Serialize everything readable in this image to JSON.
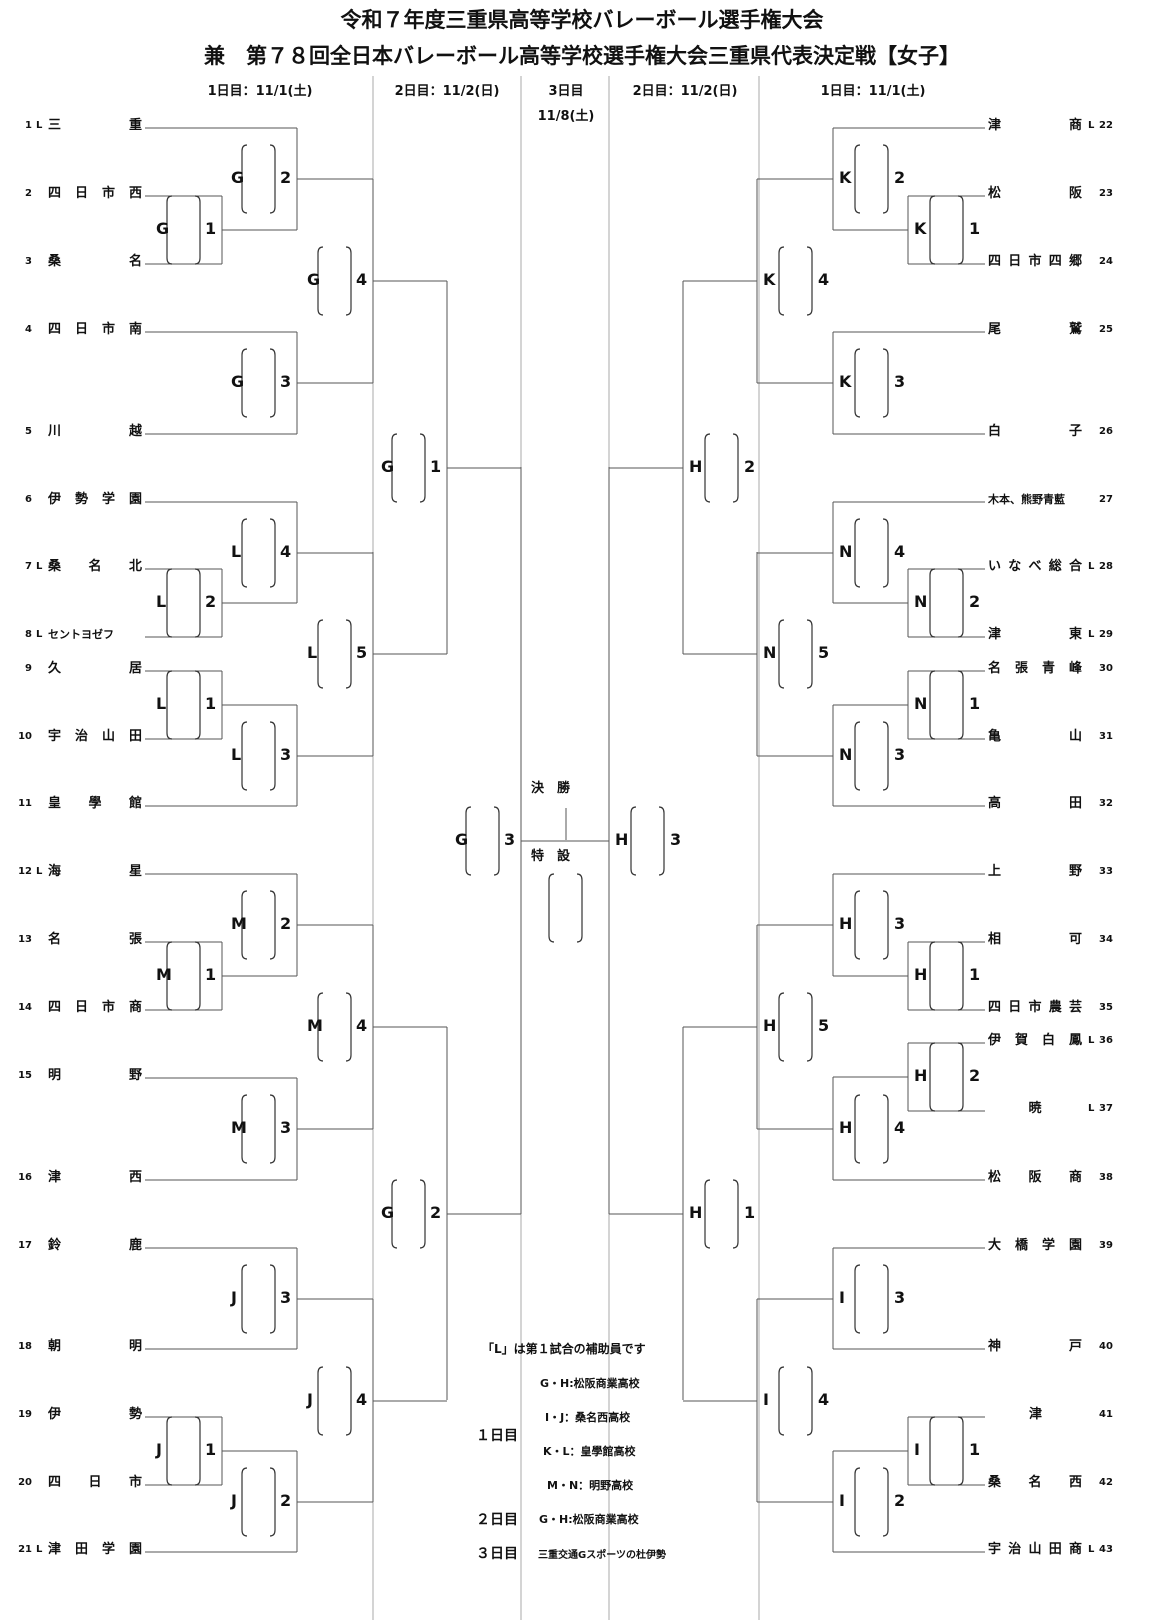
{
  "title": {
    "line1": "令和７年度三重県高等学校バレーボール選手権大会",
    "line2": "兼　第７８回全日本バレーボール高等学校選手権大会三重県代表決定戦【女子】"
  },
  "headers": {
    "left_day1": "1日目：11/1(土)",
    "left_day2": "2日目：11/2(日)",
    "day3": "3日目",
    "day3_date": "11/8(土)",
    "right_day2": "2日目：11/2(日)",
    "right_day1": "1日目：11/1(土)"
  },
  "left_teams": [
    {
      "no": "1",
      "l": "L",
      "name": "三重"
    },
    {
      "no": "2",
      "l": "",
      "name": "四日市西"
    },
    {
      "no": "3",
      "l": "",
      "name": "桑名"
    },
    {
      "no": "4",
      "l": "",
      "name": "四日市南"
    },
    {
      "no": "5",
      "l": "",
      "name": "川越"
    },
    {
      "no": "6",
      "l": "",
      "name": "伊勢学園"
    },
    {
      "no": "7",
      "l": "L",
      "name": "桑名北"
    },
    {
      "no": "8",
      "l": "L",
      "name": "セントヨゼフ"
    },
    {
      "no": "9",
      "l": "",
      "name": "久居"
    },
    {
      "no": "10",
      "l": "",
      "name": "宇治山田"
    },
    {
      "no": "11",
      "l": "",
      "name": "皇學館"
    },
    {
      "no": "12",
      "l": "L",
      "name": "海星"
    },
    {
      "no": "13",
      "l": "",
      "name": "名張"
    },
    {
      "no": "14",
      "l": "",
      "name": "四日市商"
    },
    {
      "no": "15",
      "l": "",
      "name": "明野"
    },
    {
      "no": "16",
      "l": "",
      "name": "津西"
    },
    {
      "no": "17",
      "l": "",
      "name": "鈴鹿"
    },
    {
      "no": "18",
      "l": "",
      "name": "朝明"
    },
    {
      "no": "19",
      "l": "",
      "name": "伊勢"
    },
    {
      "no": "20",
      "l": "",
      "name": "四日市"
    },
    {
      "no": "21",
      "l": "L",
      "name": "津田学園"
    }
  ],
  "right_teams": [
    {
      "no": "22",
      "l": "L",
      "name": "津商"
    },
    {
      "no": "23",
      "l": "",
      "name": "松阪"
    },
    {
      "no": "24",
      "l": "",
      "name": "四日市四郷"
    },
    {
      "no": "25",
      "l": "",
      "name": "尾鷲"
    },
    {
      "no": "26",
      "l": "",
      "name": "白子"
    },
    {
      "no": "27",
      "l": "",
      "name": "木本、熊野青藍"
    },
    {
      "no": "28",
      "l": "L",
      "name": "いなべ総合"
    },
    {
      "no": "29",
      "l": "L",
      "name": "津東"
    },
    {
      "no": "30",
      "l": "",
      "name": "名張青峰"
    },
    {
      "no": "31",
      "l": "",
      "name": "亀山"
    },
    {
      "no": "32",
      "l": "",
      "name": "高田"
    },
    {
      "no": "33",
      "l": "",
      "name": "上野"
    },
    {
      "no": "34",
      "l": "",
      "name": "相可"
    },
    {
      "no": "35",
      "l": "",
      "name": "四日市農芸"
    },
    {
      "no": "36",
      "l": "L",
      "name": "伊賀白鳳"
    },
    {
      "no": "37",
      "l": "L",
      "name": "暁"
    },
    {
      "no": "38",
      "l": "",
      "name": "松阪商"
    },
    {
      "no": "39",
      "l": "",
      "name": "大橋学園"
    },
    {
      "no": "40",
      "l": "",
      "name": "神戸"
    },
    {
      "no": "41",
      "l": "",
      "name": "津"
    },
    {
      "no": "42",
      "l": "",
      "name": "桑名西"
    },
    {
      "no": "43",
      "l": "L",
      "name": "宇治山田商"
    }
  ],
  "left_matches": [
    {
      "letter": "G",
      "num": "1"
    },
    {
      "letter": "L",
      "num": "2"
    },
    {
      "letter": "L",
      "num": "1"
    },
    {
      "letter": "M",
      "num": "1"
    },
    {
      "letter": "J",
      "num": "1"
    },
    {
      "letter": "G",
      "num": "2"
    },
    {
      "letter": "G",
      "num": "3"
    },
    {
      "letter": "L",
      "num": "4"
    },
    {
      "letter": "L",
      "num": "3"
    },
    {
      "letter": "M",
      "num": "2"
    },
    {
      "letter": "M",
      "num": "3"
    },
    {
      "letter": "J",
      "num": "3"
    },
    {
      "letter": "J",
      "num": "2"
    },
    {
      "letter": "G",
      "num": "4"
    },
    {
      "letter": "L",
      "num": "5"
    },
    {
      "letter": "M",
      "num": "4"
    },
    {
      "letter": "J",
      "num": "4"
    },
    {
      "letter": "G",
      "num": "1"
    },
    {
      "letter": "G",
      "num": "2"
    },
    {
      "letter": "G",
      "num": "3"
    }
  ],
  "right_matches": [
    {
      "letter": "K",
      "num": "1"
    },
    {
      "letter": "N",
      "num": "2"
    },
    {
      "letter": "N",
      "num": "1"
    },
    {
      "letter": "H",
      "num": "1"
    },
    {
      "letter": "H",
      "num": "2"
    },
    {
      "letter": "I",
      "num": "1"
    },
    {
      "letter": "K",
      "num": "2"
    },
    {
      "letter": "K",
      "num": "3"
    },
    {
      "letter": "N",
      "num": "4"
    },
    {
      "letter": "N",
      "num": "3"
    },
    {
      "letter": "H",
      "num": "3"
    },
    {
      "letter": "H",
      "num": "4"
    },
    {
      "letter": "I",
      "num": "3"
    },
    {
      "letter": "I",
      "num": "2"
    },
    {
      "letter": "K",
      "num": "4"
    },
    {
      "letter": "N",
      "num": "5"
    },
    {
      "letter": "H",
      "num": "5"
    },
    {
      "letter": "I",
      "num": "4"
    },
    {
      "letter": "H",
      "num": "2"
    },
    {
      "letter": "H",
      "num": "1"
    },
    {
      "letter": "H",
      "num": "3"
    }
  ],
  "final": {
    "kessho": "決　勝",
    "tokusetsu": "特　設"
  },
  "legend": {
    "note": "「L」は第１試合の補助員です",
    "day1_label": "１日目",
    "day1_items": [
      "G・H:松阪商業高校",
      "I・J：桑名西高校",
      "K・L：皇學館高校",
      "M・N：明野高校"
    ],
    "day2_label": "２日目",
    "day2_item": "G・H:松阪商業高校",
    "day3_label": "３日目",
    "day3_item": "三重交通Gスポーツの杜伊勢"
  }
}
